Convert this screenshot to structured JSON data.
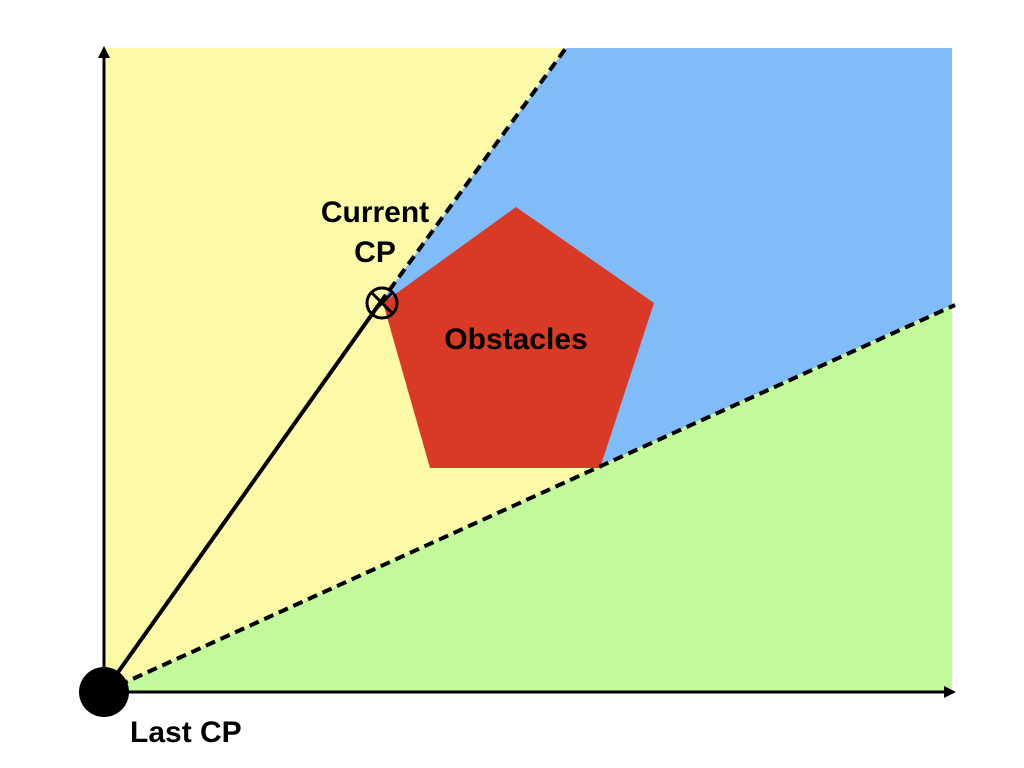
{
  "labels": {
    "current_cp_line1": "Current",
    "current_cp_line2": "CP",
    "obstacle": "Obstacles",
    "last_cp": "Last CP"
  },
  "colors": {
    "yellow_region": "#fdfba8",
    "blue_region": "#80bcfa",
    "green_region": "#c1f99b",
    "obstacle": "#d93a26",
    "line": "#000000",
    "x_axis_tip": "#3a9a3a"
  }
}
